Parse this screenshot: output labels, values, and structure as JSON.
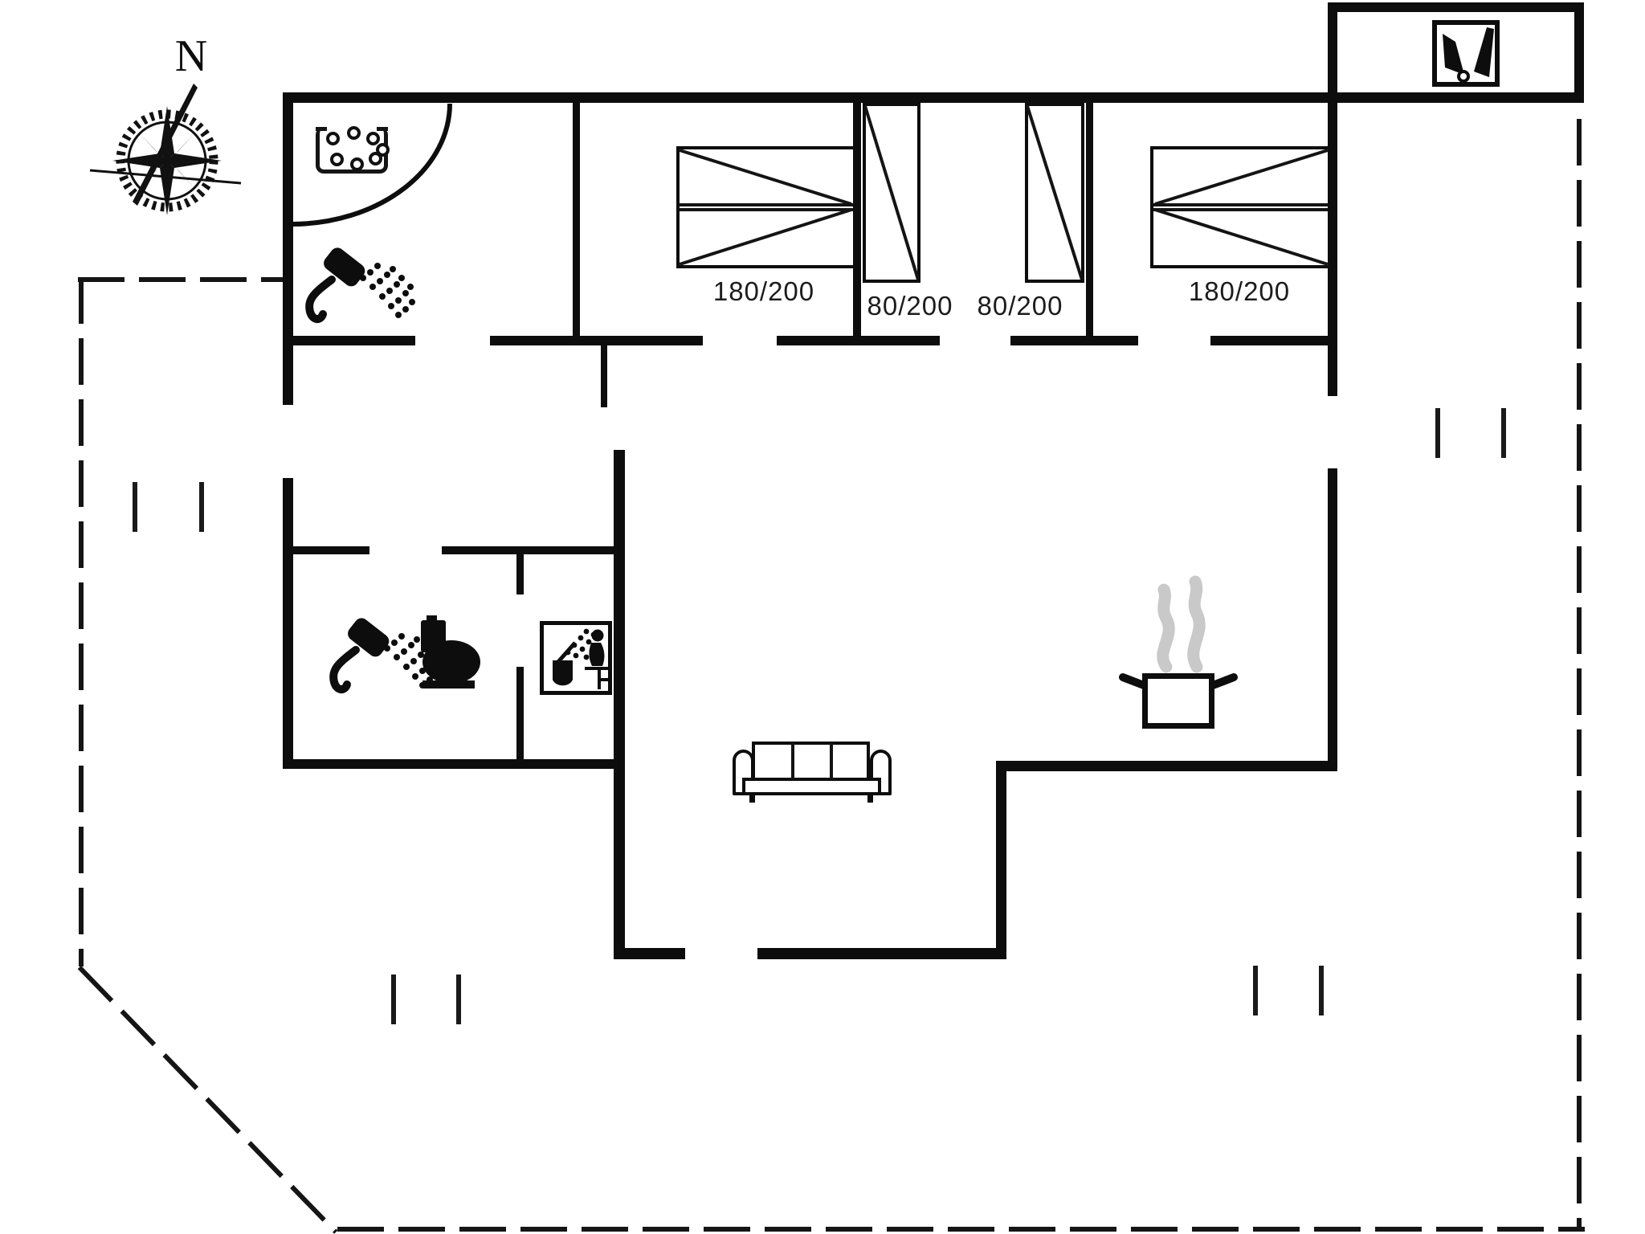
{
  "compass": {
    "north_label": "N"
  },
  "beds": [
    {
      "name": "double-bed-west",
      "label": "180/200"
    },
    {
      "name": "single-bed-1",
      "label": "80/200"
    },
    {
      "name": "single-bed-2",
      "label": "80/200"
    },
    {
      "name": "double-bed-east",
      "label": "180/200"
    }
  ],
  "icons": {
    "compass_rose": "compass-rose-icon",
    "whirlpool": "whirlpool-icon",
    "shower_annex": "shower-icon",
    "shower_bathroom": "shower-icon",
    "toilet": "toilet-icon",
    "sauna": "sauna-icon",
    "wood_stove": "wood-stove-icon",
    "cooking_pot": "cooking-pot-icon",
    "sofa": "sofa-icon"
  },
  "colors": {
    "wall": "#0d0d0d",
    "line": "#141414",
    "steam": "#c9c9c9",
    "background": "#ffffff",
    "text": "#1c1c1c"
  }
}
